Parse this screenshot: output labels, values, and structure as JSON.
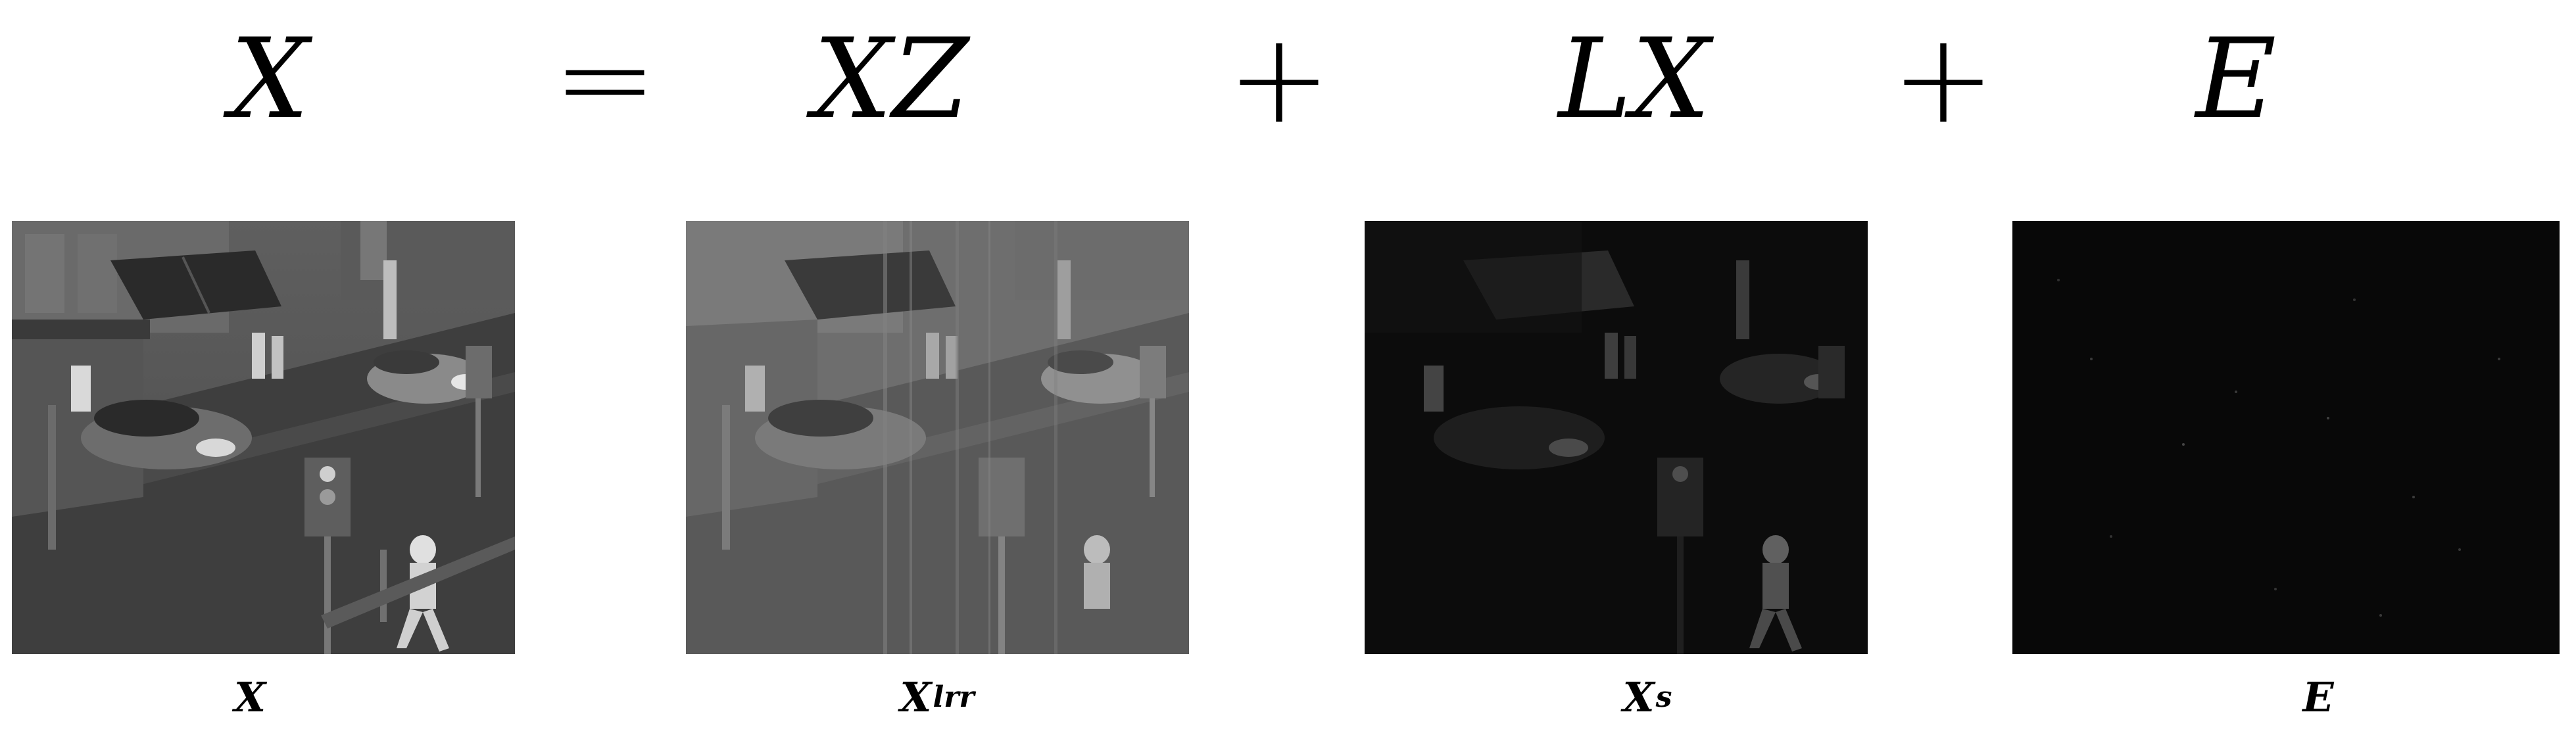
{
  "equation": {
    "lhs": "X",
    "equals": "=",
    "term1": "XZ",
    "plus1": "+",
    "term2": "LX",
    "plus2": "+",
    "term3": "E"
  },
  "panels": [
    {
      "caption_main": "X",
      "caption_sub": "",
      "tone": "original"
    },
    {
      "caption_main": "X",
      "caption_sub": "lrr",
      "tone": "low-rank"
    },
    {
      "caption_main": "X",
      "caption_sub": "s",
      "tone": "salient"
    },
    {
      "caption_main": "E",
      "caption_sub": "",
      "tone": "noise"
    }
  ]
}
